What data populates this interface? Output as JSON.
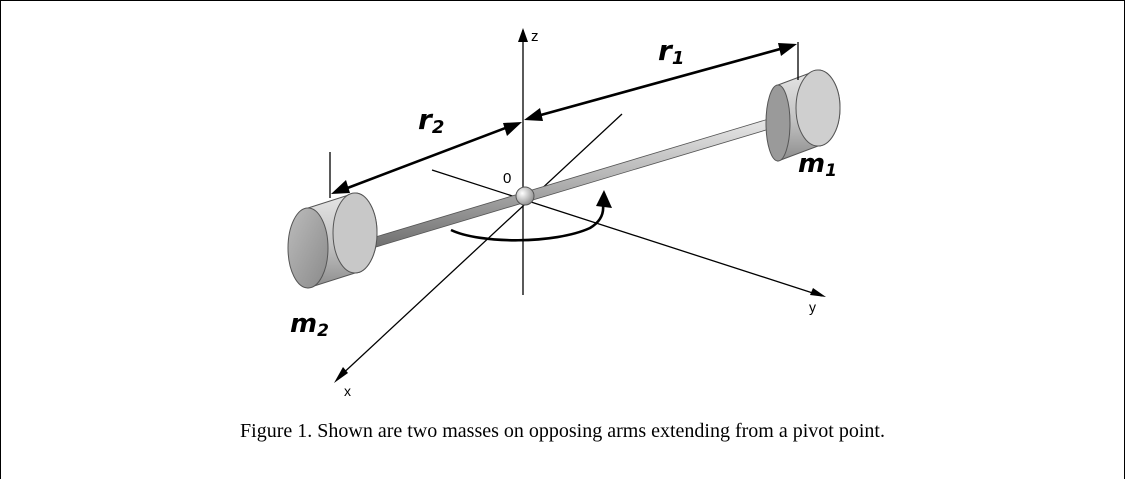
{
  "figure": {
    "axis_labels": {
      "z": "z",
      "x": "x",
      "y": "y",
      "origin": "0"
    },
    "distances": {
      "r1": "r",
      "r1_sub": "1",
      "r2": "r",
      "r2_sub": "2"
    },
    "masses": {
      "m1": "m",
      "m1_sub": "1",
      "m2": "m",
      "m2_sub": "2"
    },
    "caption": "Figure 1. Shown are two masses on opposing arms extending from a pivot point."
  }
}
